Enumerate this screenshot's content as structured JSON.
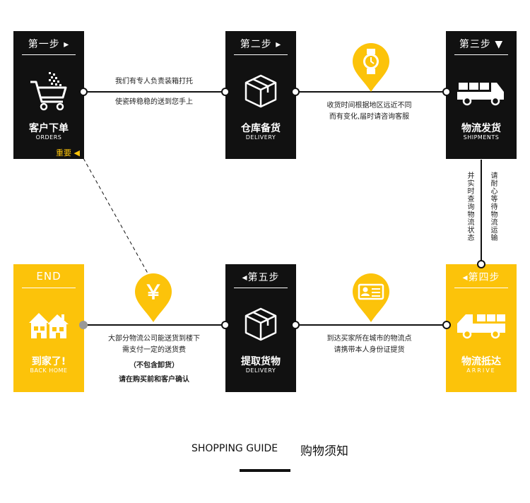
{
  "steps": [
    {
      "step": "第一步 ▸",
      "title": "客户下单",
      "sub": "ORDERS",
      "flag": "重要 ◀",
      "theme": "dark",
      "icon": "cart-icon"
    },
    {
      "step": "第二步 ▸",
      "title": "仓库备货",
      "sub": "DELIVERY",
      "theme": "dark",
      "icon": "package-box-icon"
    },
    {
      "step": "第三步 ▼",
      "title": "物流发货",
      "sub": "SHIPMENTS",
      "theme": "dark",
      "icon": "truck-icon"
    },
    {
      "step": "◂第四步",
      "title": "物流抵达",
      "sub": "ARRIVE",
      "theme": "yellow",
      "icon": "truck-icon"
    },
    {
      "step": "◂第五步",
      "title": "提取货物",
      "sub": "DELIVERY",
      "theme": "dark",
      "icon": "package-box-icon"
    },
    {
      "step": "END",
      "title": "到家了!",
      "sub": "BACK HOME",
      "theme": "yellow",
      "icon": "house-icon"
    }
  ],
  "notes": {
    "n1": {
      "line1": "我们有专人负责装箱打托",
      "line2": "使瓷砖稳稳的送到您手上"
    },
    "n2": {
      "line1": "收货时间根据地区远近不同",
      "line2": "而有变化,届时请咨询客服"
    },
    "vertical": {
      "left": "并实时查询物流状态",
      "right": "请耐心等待物流运输"
    },
    "n4": {
      "line1": "到达买家所在城市的物流点",
      "line2": "请携带本人身份证提货"
    },
    "n5": {
      "line1": "大部分物流公司能送货到楼下",
      "line2": "需支付一定的送货费",
      "line3": "（不包含卸货）",
      "line4": "请在购买前和客户确认"
    }
  },
  "pins": {
    "clock": "clock-icon",
    "idcard": "id-card-icon",
    "yen": "￥"
  },
  "footer": {
    "en": "SHOPPING GUIDE",
    "cn": "购物须知"
  },
  "colors": {
    "accent": "#fcc30a",
    "dark": "#111111"
  }
}
